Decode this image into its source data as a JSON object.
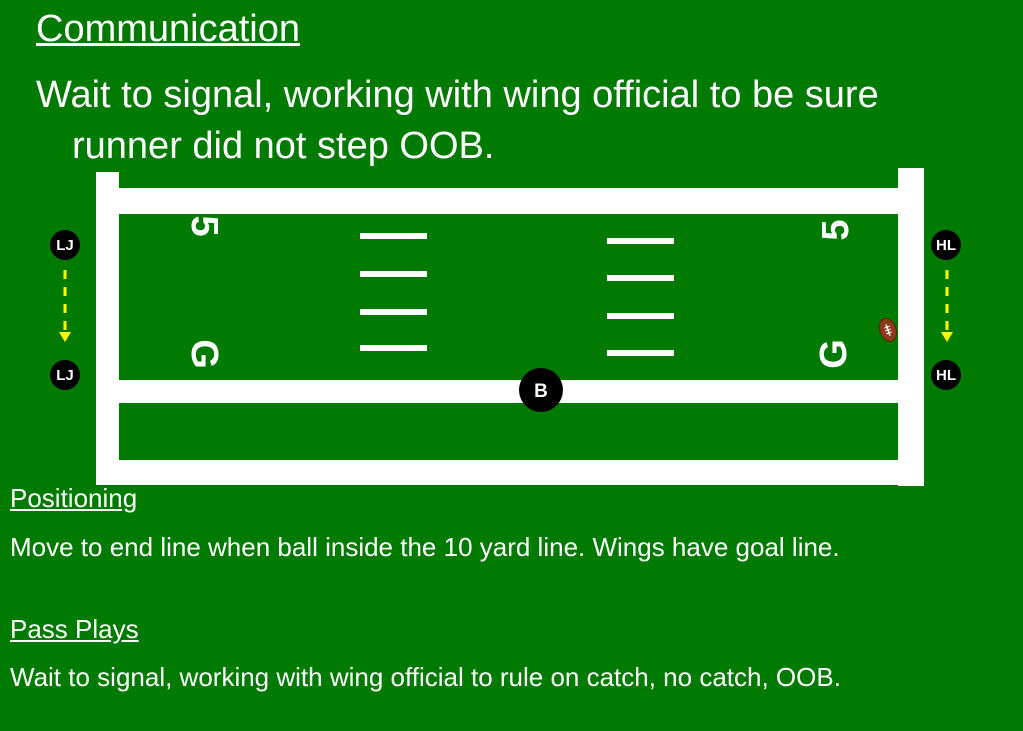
{
  "slide": {
    "heading": "Communication",
    "paragraph": "Wait to signal, working with wing official to be sure runner did not step OOB."
  },
  "diagram": {
    "yard_number": "5",
    "goal_letter": "G",
    "officials": {
      "line_judge": "LJ",
      "head_linesman": "HL",
      "back_judge": "B"
    },
    "colors": {
      "field": "#007a00",
      "lines": "#ffffff",
      "official_marker": "#000000",
      "motion_arrow": "#ffff00",
      "ball": "#8b3a1a"
    }
  },
  "sections": [
    {
      "heading": "Positioning",
      "text": "Move to end line when ball inside the 10 yard line.  Wings  have goal line."
    },
    {
      "heading": "Pass Plays",
      "text": "Wait to signal, working with wing official to rule on catch, no catch, OOB."
    }
  ]
}
